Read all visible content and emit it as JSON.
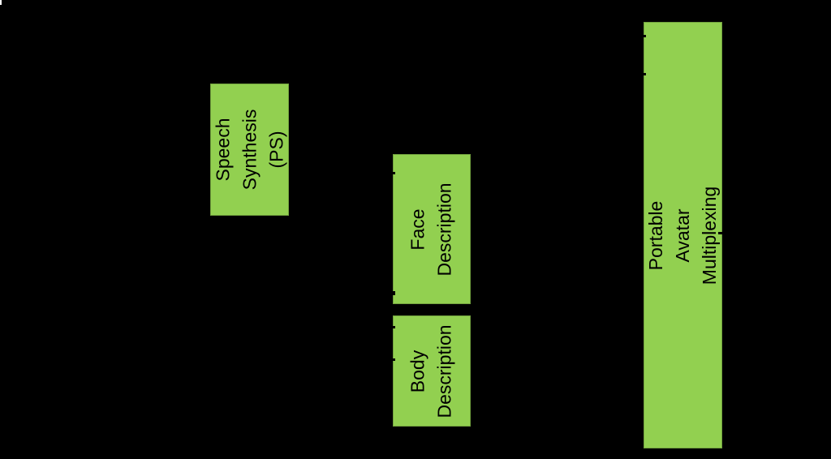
{
  "colors": {
    "background": "#000000",
    "box_fill": "#92D050",
    "box_text": "#000000",
    "corner_artifact": "#ffffff"
  },
  "boxes": [
    {
      "name": "speech-synthesis",
      "label": "Speech\nSynthesis (PS)"
    },
    {
      "name": "face-description",
      "label": "Face\nDescription"
    },
    {
      "name": "body-description",
      "label": "Body\nDescription"
    },
    {
      "name": "portable-avatar-multiplexing",
      "label": "Portable Avatar Multiplexing"
    }
  ]
}
